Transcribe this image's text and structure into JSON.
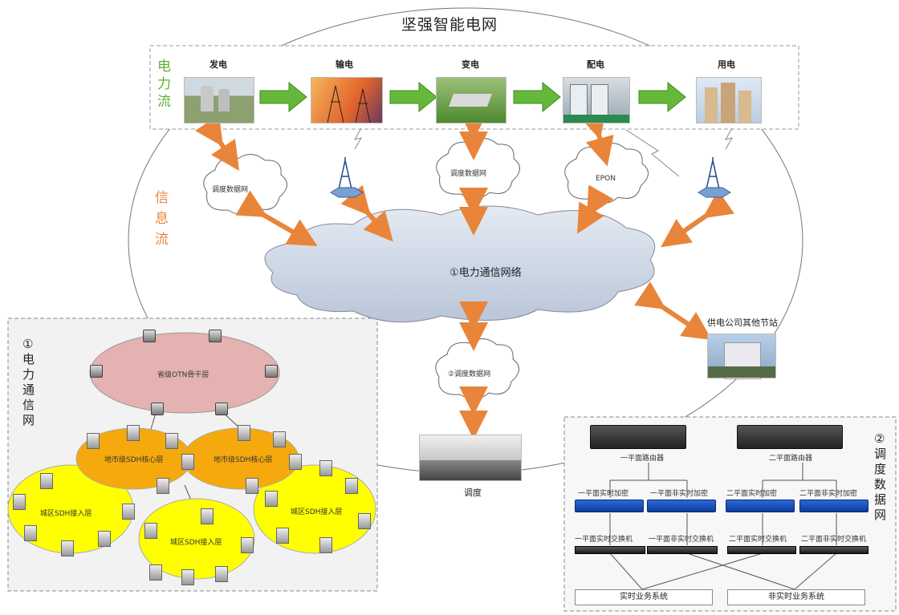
{
  "title": "坚强智能电网",
  "power_flow_label": "电力流",
  "info_flow_label": "信息流",
  "stages": [
    "发电",
    "输电",
    "变电",
    "配电",
    "用电"
  ],
  "clouds": {
    "dispatch_left": "调度数据网",
    "dispatch_mid": "调度数据网",
    "epon": "EPON",
    "main": "①电力通信网络",
    "dispatch2": "②调度数据网"
  },
  "substation_label": "供电公司其他节站",
  "dispatch_center_label": "调度",
  "left_panel": {
    "label": "①电力通信网",
    "backbone": "省级OTN骨干层",
    "core_layers": [
      "地市级SDH核心层",
      "地市级SDH核心层"
    ],
    "access_layers": [
      "城区SDH接入层",
      "城区SDH接入层",
      "城区SDH接入层"
    ]
  },
  "right_panel": {
    "label": "②调度数据网",
    "routers": [
      "一平面路由器",
      "二平面路由器"
    ],
    "encryptors": [
      "一平面实时加密",
      "一平面非实时加密",
      "二平面实时加密",
      "二平面非实时加密"
    ],
    "switches": [
      "一平面实时交换机",
      "一平面非实时交换机",
      "二平面实时交换机",
      "二平面非实时交换机"
    ],
    "systems": [
      "实时业务系统",
      "非实时业务系统"
    ]
  },
  "colors": {
    "power_green": "#5cb030",
    "info_orange": "#e8853a",
    "cloud": "#c9d4e2",
    "backbone_pink": "#e4b2b0",
    "core_orange": "#f5a90c",
    "access_yellow": "#ffff00"
  }
}
